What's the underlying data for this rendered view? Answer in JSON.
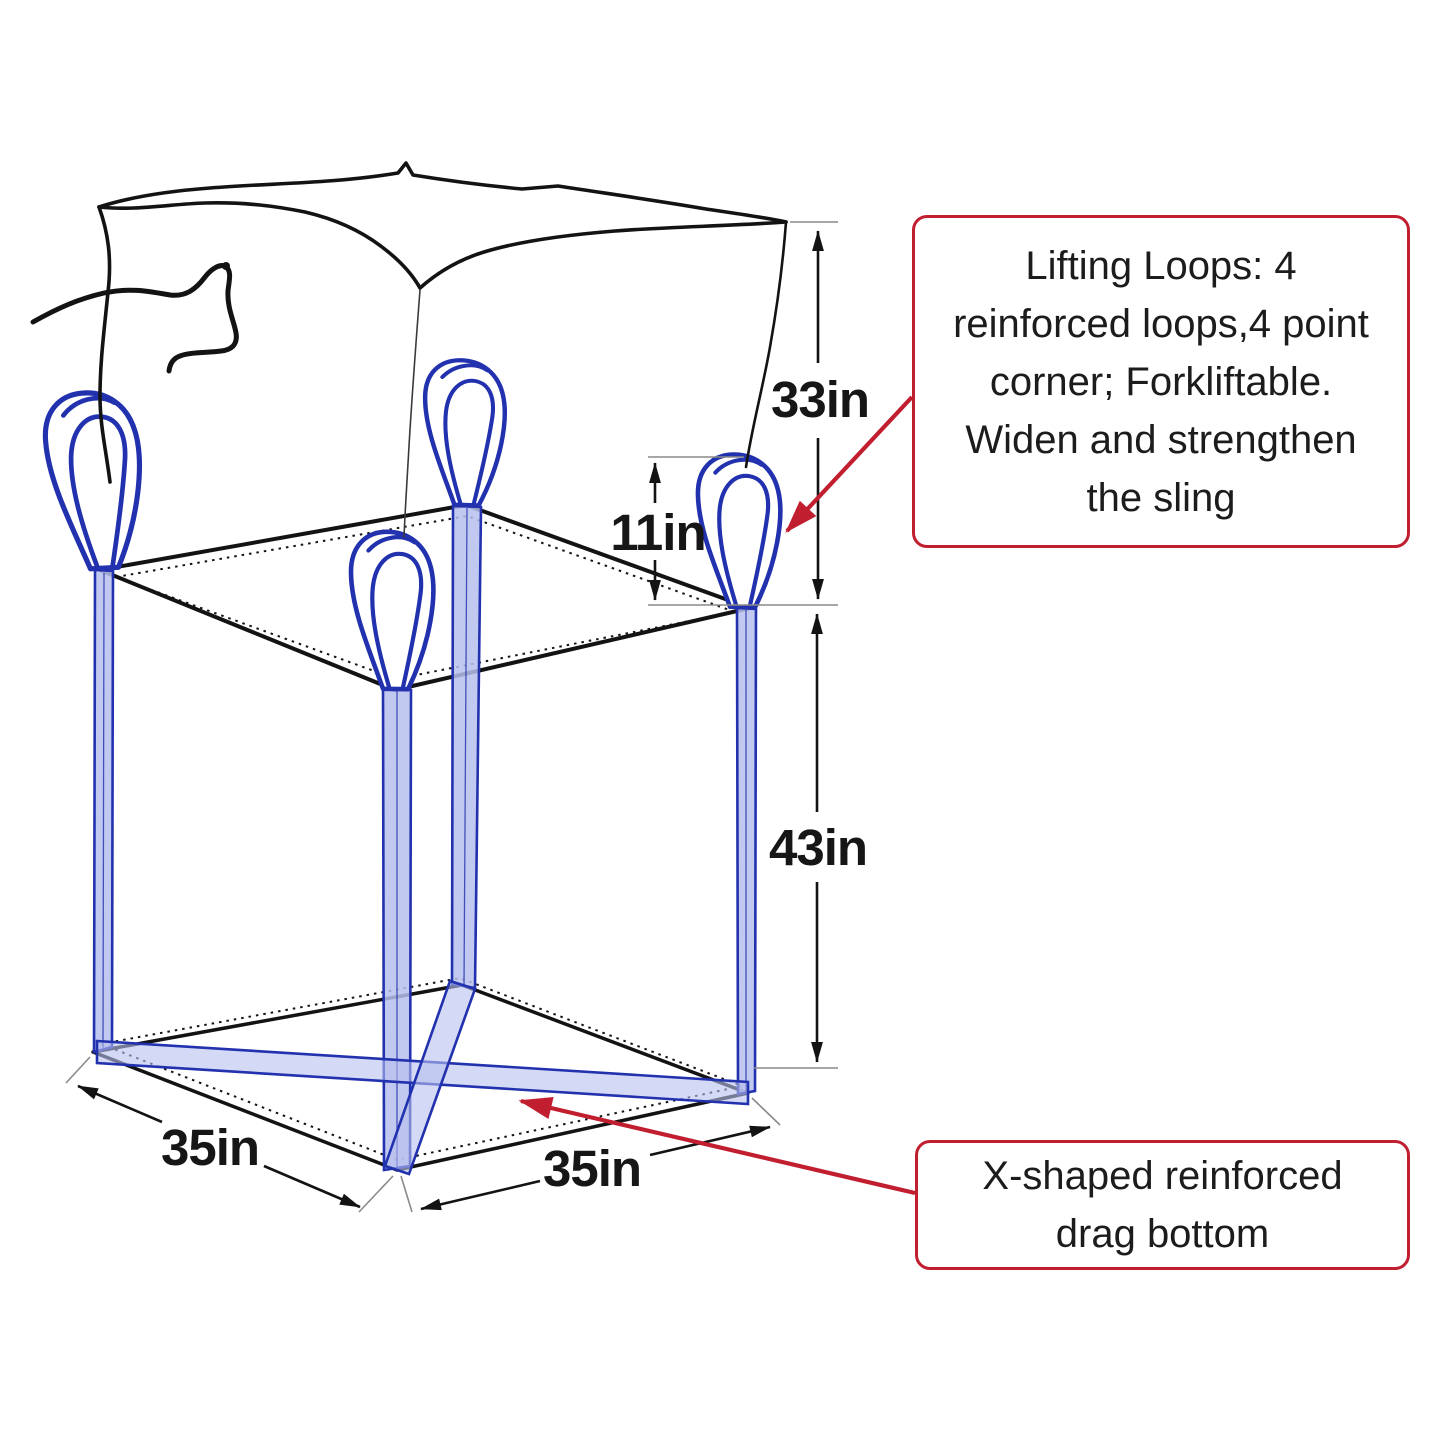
{
  "dimensions": {
    "top_section": "33in",
    "loop_height": "11in",
    "bag_height": "43in",
    "base_side_left": "35in",
    "base_side_right": "35in"
  },
  "callouts": {
    "lifting_loops": {
      "lines": [
        "Lifting Loops: 4",
        "reinforced loops,4 point",
        "corner; Forkliftable.",
        "Widen and strengthen",
        "the sling"
      ]
    },
    "drag_bottom": {
      "lines": [
        "X-shaped reinforced",
        "drag bottom"
      ]
    }
  },
  "colors": {
    "callout_border": "#c11f2f",
    "arrow_red": "#c11f2f",
    "strap_blue": "#2231ae",
    "strap_fill": "#b7bfee",
    "line_black": "#131313",
    "ref_gray": "#8a8a8a"
  }
}
